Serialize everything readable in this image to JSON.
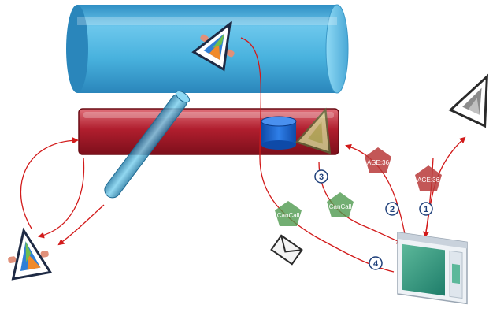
{
  "pentagon_labels": {
    "age_1": "AGE:36",
    "age_2": "AGE:36",
    "cancall_1": "CanCall",
    "cancall_2": "CanCall"
  },
  "step_numbers": {
    "step_1": "1",
    "step_2": "2",
    "step_3": "3",
    "step_4": "4"
  },
  "colors": {
    "channel": "#3fa9d6",
    "bus": "#b01e2e",
    "arrow": "#d21a1a",
    "database": "#1a5fc4",
    "age_token": "#b83a3a",
    "cancall_token": "#4f9a4f",
    "step_circle": "#1e3f7a"
  },
  "icons": [
    "service-agent-icon",
    "database-icon",
    "envelope-icon",
    "client-window-icon",
    "age-token-icon",
    "cancall-token-icon"
  ]
}
